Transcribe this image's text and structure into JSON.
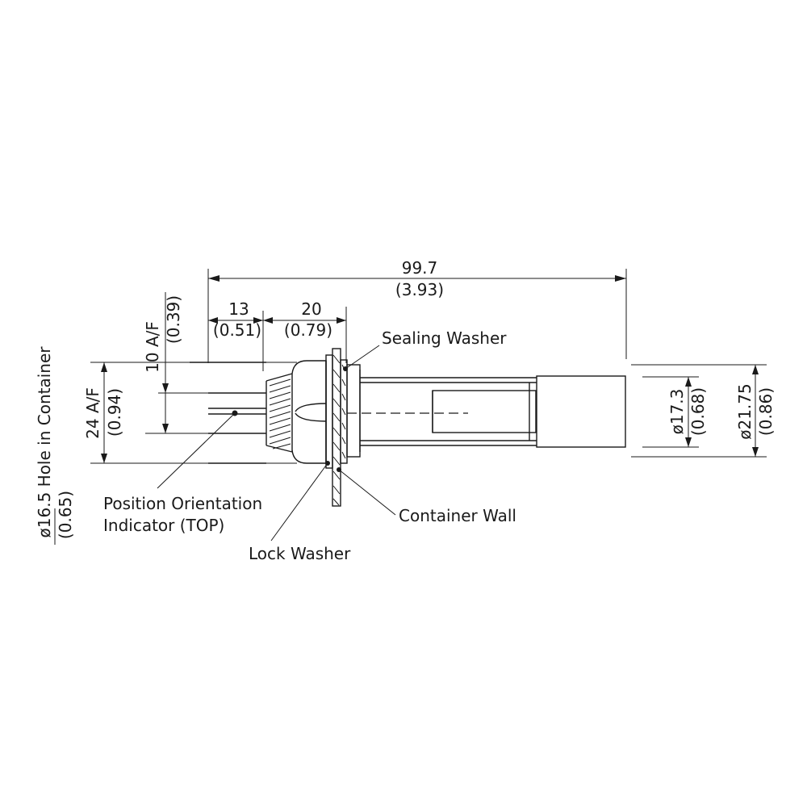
{
  "dimensions": {
    "overall_length_mm": "99.7",
    "overall_length_in": "(3.93)",
    "cable_length_mm": "13",
    "cable_length_in": "(0.51)",
    "nut_length_mm": "20",
    "nut_length_in": "(0.79)",
    "small_af_mm": "10 A/F",
    "small_af_in": "(0.39)",
    "large_af_mm": "24 A/F",
    "large_af_in": "(0.94)",
    "hole_mm": "ø16.5 Hole in Container",
    "hole_in": "(0.65)",
    "inner_dia_mm": "ø17.3",
    "inner_dia_in": "(0.68)",
    "outer_dia_mm": "ø21.75",
    "outer_dia_in": "(0.86)"
  },
  "labels": {
    "sealing_washer": "Sealing Washer",
    "container_wall": "Container Wall",
    "lock_washer": "Lock Washer",
    "position_indicator_line1": "Position Orientation",
    "position_indicator_line2": "Indicator (TOP)"
  }
}
